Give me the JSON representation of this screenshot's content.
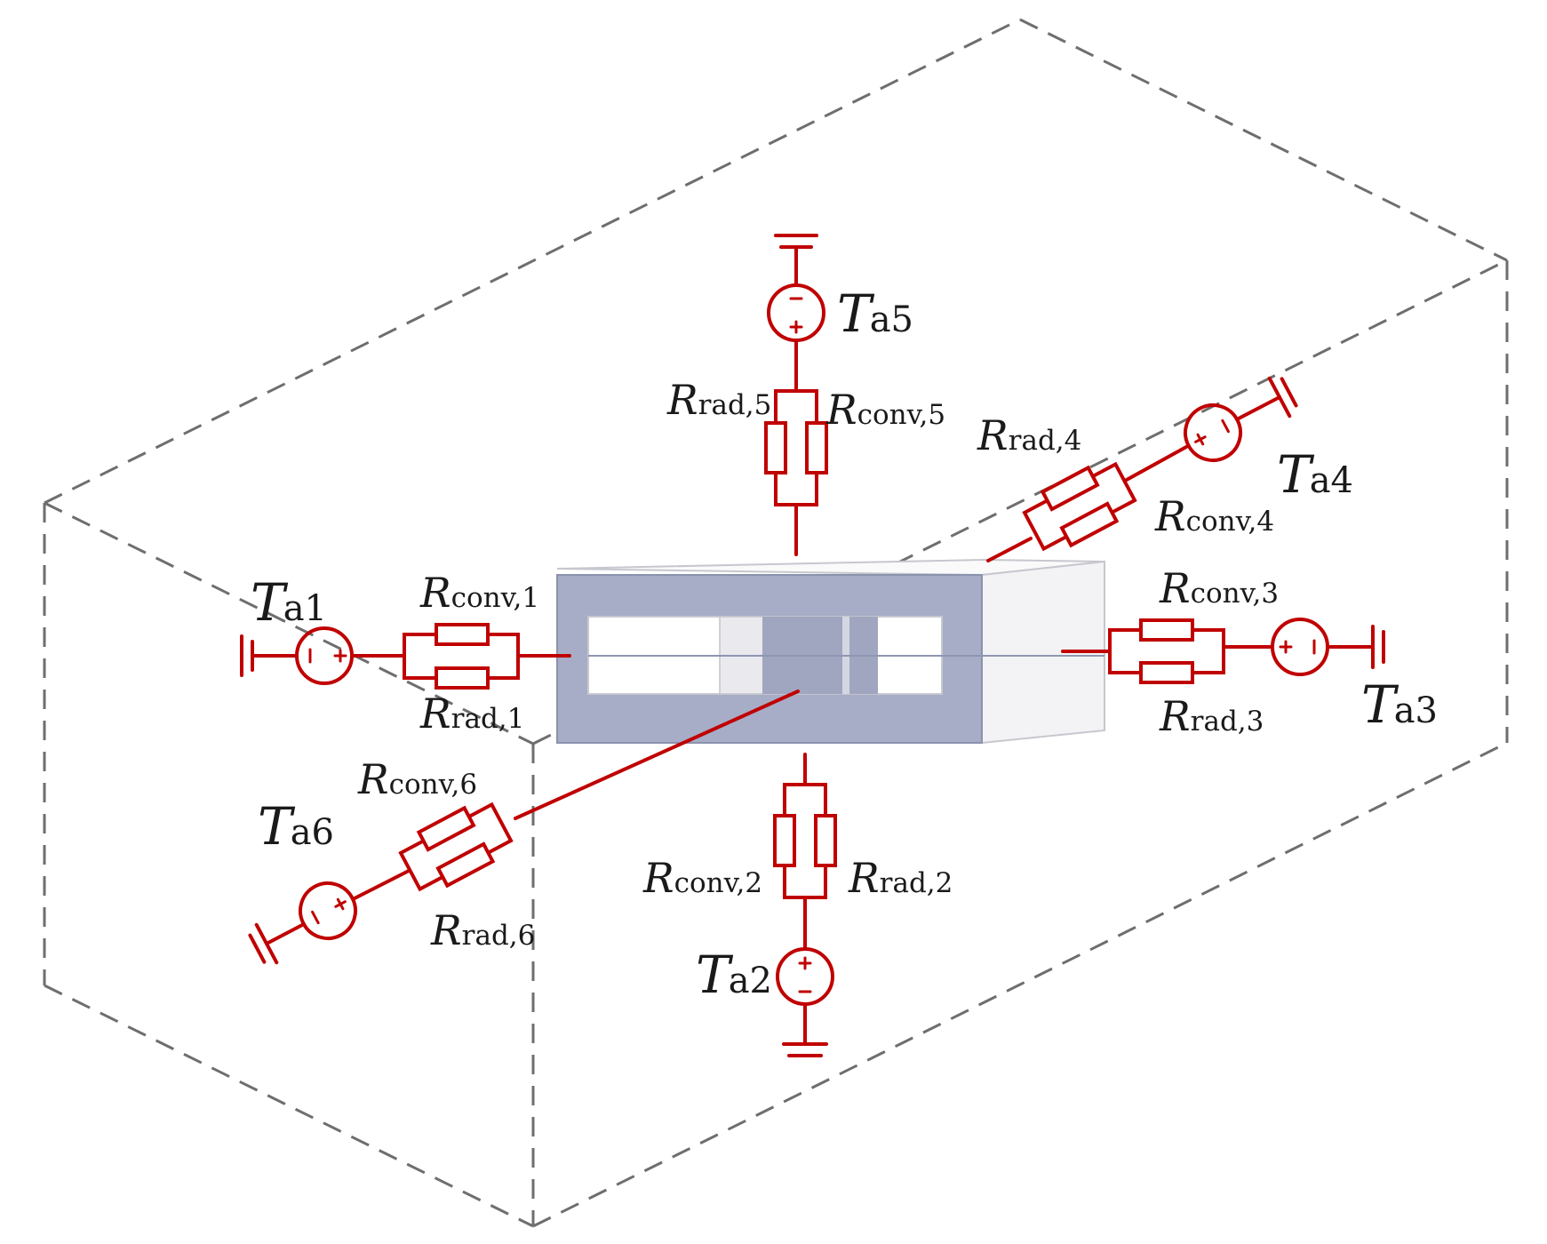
{
  "colors": {
    "circuit": "#c00000",
    "box_dash": "#6e6e6e",
    "core": "#a7adc6",
    "core_edge": "#8b92ad",
    "housing": "#f4f4f6",
    "housing_edge": "#b9b9c2"
  },
  "labels": {
    "ta1": {
      "main": "T",
      "sub": "a1"
    },
    "ta2": {
      "main": "T",
      "sub": "a2"
    },
    "ta3": {
      "main": "T",
      "sub": "a3"
    },
    "ta4": {
      "main": "T",
      "sub": "a4"
    },
    "ta5": {
      "main": "T",
      "sub": "a5"
    },
    "ta6": {
      "main": "T",
      "sub": "a6"
    },
    "rconv1": {
      "main": "R",
      "sub": "conv,1"
    },
    "rrad1": {
      "main": "R",
      "sub": "rad,1"
    },
    "rconv2": {
      "main": "R",
      "sub": "conv,2"
    },
    "rrad2": {
      "main": "R",
      "sub": "rad,2"
    },
    "rconv3": {
      "main": "R",
      "sub": "conv,3"
    },
    "rrad3": {
      "main": "R",
      "sub": "rad,3"
    },
    "rconv4": {
      "main": "R",
      "sub": "conv,4"
    },
    "rrad4": {
      "main": "R",
      "sub": "rad,4"
    },
    "rconv5": {
      "main": "R",
      "sub": "conv,5"
    },
    "rrad5": {
      "main": "R",
      "sub": "rad,5"
    },
    "rconv6": {
      "main": "R",
      "sub": "conv,6"
    },
    "rrad6": {
      "main": "R",
      "sub": "rad,6"
    }
  }
}
